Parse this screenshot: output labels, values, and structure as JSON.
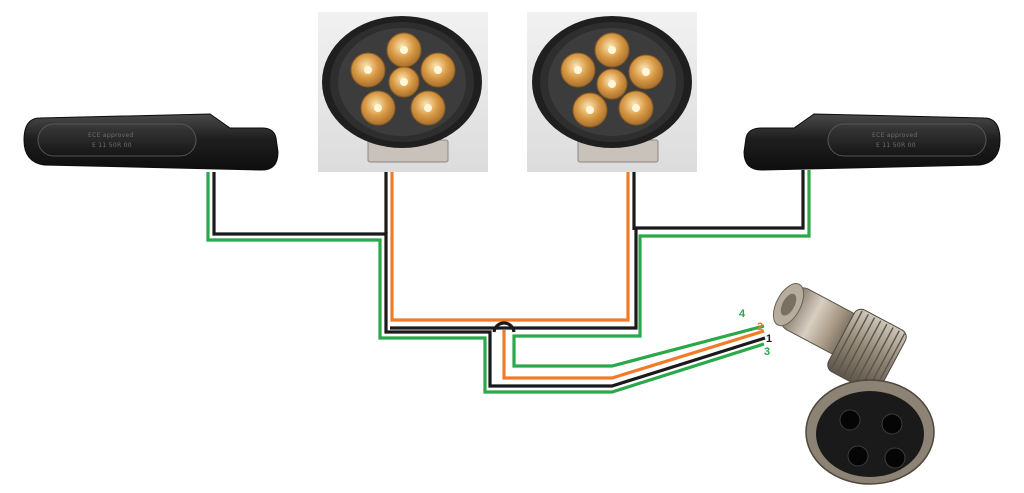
{
  "colors": {
    "wire_black": "#1a1a1a",
    "wire_green": "#2aa84a",
    "wire_orange": "#f07b2a",
    "led_amber": "#d79a48",
    "lamp_body": "#2a2a2a",
    "metal": "#a89a86",
    "background": "#ffffff"
  },
  "connector": {
    "pins": [
      {
        "label": "4",
        "wire": "green"
      },
      {
        "label": "2",
        "wire": "orange"
      },
      {
        "label": "1",
        "wire": "black"
      },
      {
        "label": "3",
        "wire": "green"
      }
    ]
  },
  "icons": [
    "turn-signal-left",
    "spotlight-left",
    "spotlight-right",
    "turn-signal-right",
    "connector-plug"
  ]
}
